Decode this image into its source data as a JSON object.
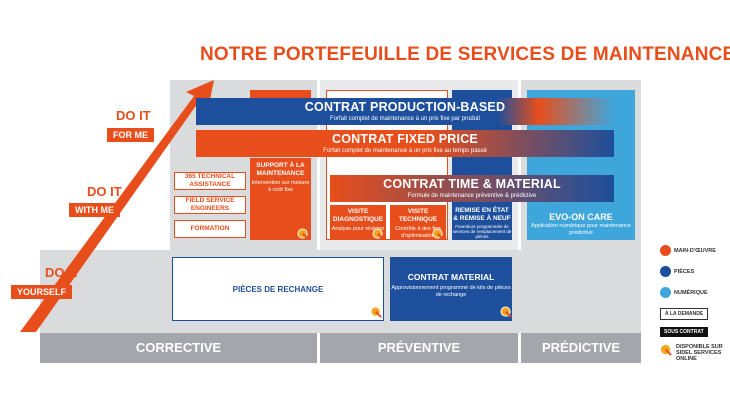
{
  "title": "NOTRE PORTEFEUILLE DE SERVICES DE MAINTENANCE",
  "levels": {
    "for_me": {
      "label": "DO IT",
      "sub": "FOR ME"
    },
    "with_me": {
      "label": "DO IT",
      "sub": "WITH ME"
    },
    "yourself": {
      "label": "DO IT",
      "sub": "YOURSELF"
    }
  },
  "columns": {
    "corrective": "CORRECTIVE",
    "preventive": "PRÉVENTIVE",
    "predictive": "PRÉDICTIVE"
  },
  "bands": {
    "production": {
      "title": "CONTRAT PRODUCTION-BASED",
      "sub": "Forfait complet de maintenance à un prix fixe par produit"
    },
    "fixed": {
      "title": "CONTRAT FIXED PRICE",
      "sub": "Forfait complet de maintenance à un prix fixe au temps passé"
    },
    "time": {
      "title": "CONTRAT TIME & MATERIAL",
      "sub": "Formule de maintenance préventive & prédictive"
    }
  },
  "corrective_boxes": {
    "technical": "365 TECHNICAL ASSISTANCE",
    "field": "FIELD SERVICE ENGINEERS",
    "formation": "FORMATION"
  },
  "support": {
    "title": "SUPPORT À LA MAINTENANCE",
    "sub": "Intervention sur mesure à coût fixe"
  },
  "visite_diag": {
    "title": "VISITE DIAGNOSTIQUE",
    "sub": "Analyse pour révision"
  },
  "visite_tech": {
    "title": "VISITE TECHNIQUE",
    "sub": "Contrôle à des fins d'optimisation"
  },
  "remise": {
    "title": "REMISE EN ÉTAT & REMISE À NEUF",
    "sub": "Fourniture programmée de services de remplacement de pièces"
  },
  "evo": {
    "title": "EVO-ON CARE",
    "sub": "Application numérique pour maintenance prédictive"
  },
  "pieces": {
    "title": "PIÈCES DE RECHANGE"
  },
  "material": {
    "title": "CONTRAT MATERIAL",
    "sub": "Approvisionnement programmé de kits de pièces de rechange"
  },
  "legend": {
    "main": "MAIN-D'ŒUVRE",
    "pieces": "PIÈCES",
    "numerique": "NUMÉRIQUE",
    "demande": "À LA DEMANDE",
    "contrat": "SOUS CONTRAT",
    "online": "DISPONIBLE SUR SIDEL SERVICES ONLINE"
  },
  "colors": {
    "orange": "#e84e1b",
    "blue": "#1d4f9c",
    "cyan": "#3fa6dc",
    "grey": "#a3a7ab"
  }
}
